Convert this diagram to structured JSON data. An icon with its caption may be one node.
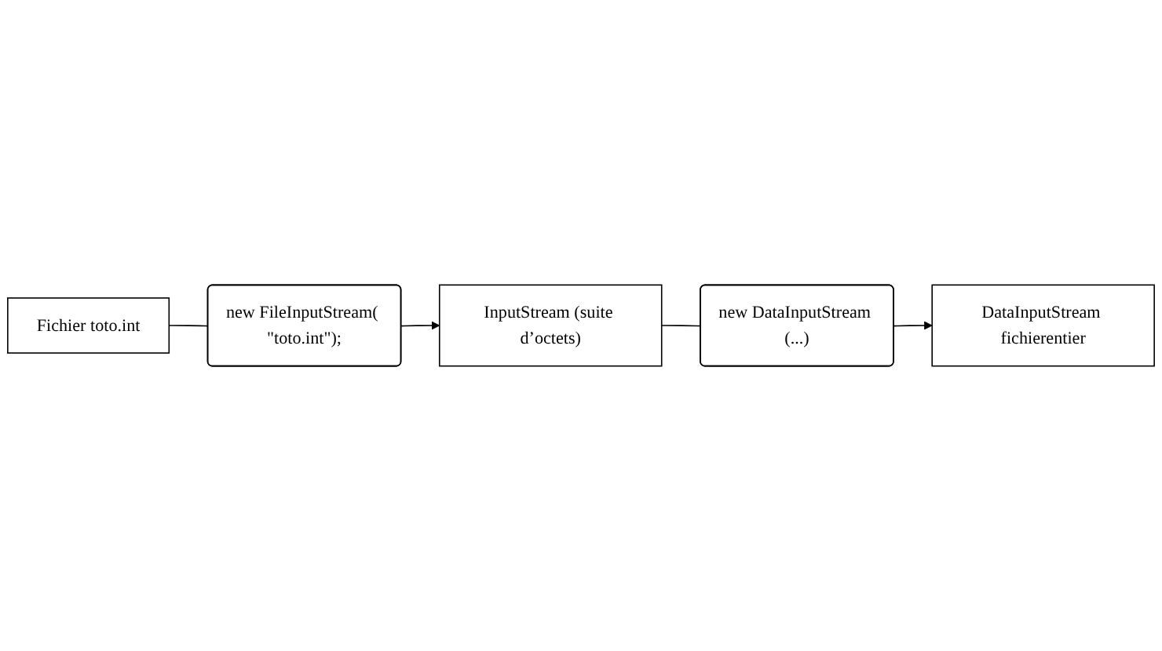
{
  "diagram": {
    "nodes": [
      {
        "text": [
          "DataInputStream fichierentier"
        ]
      },
      {
        "text": [
          "Fichier toto.int"
        ]
      },
      {
        "text": [
          "new DataInputStream (...)"
        ]
      },
      {
        "text": [
          "new FileInputStream( \"toto.int\");"
        ]
      },
      {
        "text": [
          "InputStream (suite d’octets)"
        ]
      }
    ],
    "edges": [
      {
        "from": 4,
        "to": 2,
        "arrow": "none"
      },
      {
        "from": 2,
        "to": 0,
        "arrow": "to"
      },
      {
        "from": 1,
        "to": 3,
        "arrow": "none"
      },
      {
        "from": 3,
        "to": 4,
        "arrow": "to"
      }
    ]
  }
}
